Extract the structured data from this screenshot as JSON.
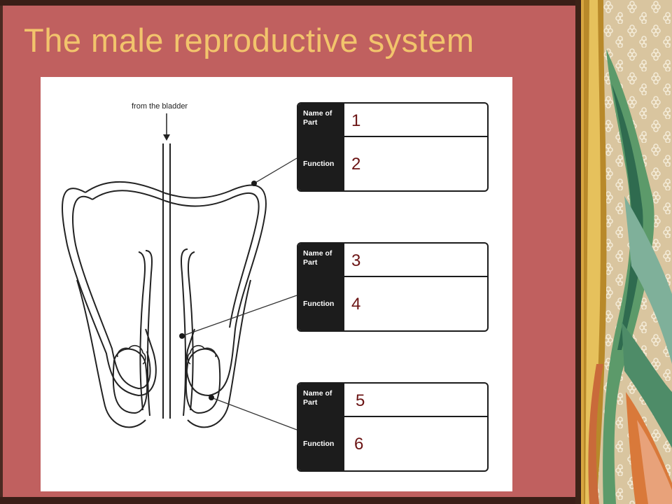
{
  "title": "The male reproductive system",
  "diagram": {
    "arrow_label": "from the bladder",
    "boxes": [
      {
        "name_header": "Name of Part",
        "function_header": "Function",
        "name_answer": "1",
        "function_answer": "2"
      },
      {
        "name_header": "Name of Part",
        "function_header": "Function",
        "name_answer": "3",
        "function_answer": "4"
      },
      {
        "name_header": "Name of Part",
        "function_header": "Function",
        "name_answer": "5",
        "function_answer": "6"
      }
    ]
  },
  "colors": {
    "background": "#c0605f",
    "title": "#f2c46c",
    "answer_text": "#6b1414"
  }
}
